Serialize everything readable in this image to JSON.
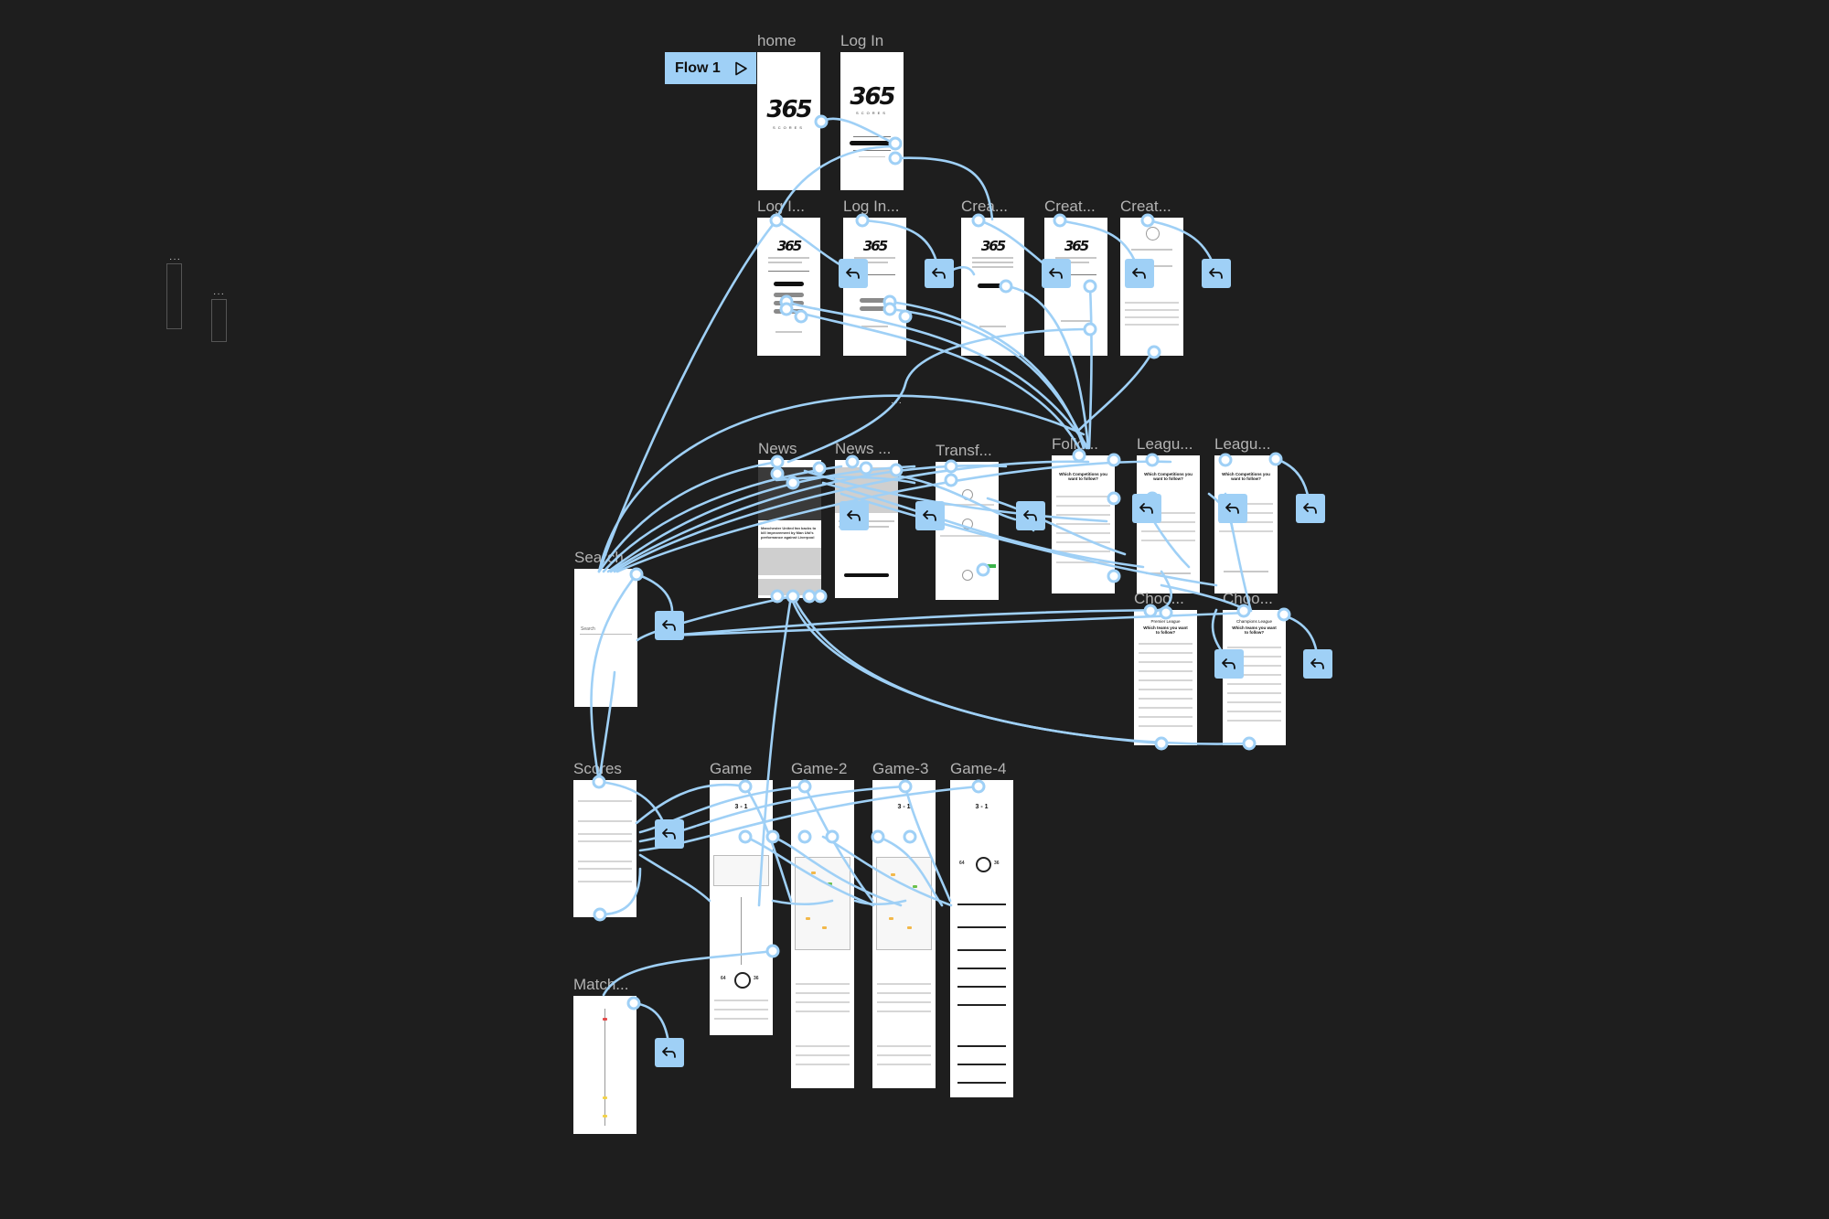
{
  "flow": {
    "label": "Flow 1"
  },
  "frames": {
    "home": "home",
    "login": "Log In",
    "log_a": "Log I...",
    "log_b": "Log In...",
    "crea_a": "Crea...",
    "creat_b": "Creat...",
    "creat_c": "Creat...",
    "news_a": "News",
    "news_b": "News ...",
    "transf": "Transf...",
    "follo": "Follo...",
    "league_a": "Leagu...",
    "league_b": "Leagu...",
    "search": "Search",
    "choo_a": "Choo...",
    "choo_b": "Choo...",
    "scores": "Scores",
    "game": "Game",
    "game2": "Game-2",
    "game3": "Game-3",
    "game4": "Game-4",
    "match": "Match..."
  },
  "screen_text": {
    "logo": "365",
    "logo_sub": "SCORES",
    "search_placeholder": "Search",
    "follow_question": "Which Competitions you want to follow?",
    "teams_question": "Which teams you want to follow?",
    "premier_league": "Premier League",
    "champions_league": "Champions League",
    "score_a": "3 - 1",
    "score_b": "3 - 1",
    "pct_a": "64",
    "pct_b": "36",
    "news_headline": "Manchester United fan backs to kill improvement by Man Utd's performance against Liverpool"
  },
  "icons": {
    "play": "play-icon",
    "back": "back-arrow-icon",
    "more": "more-dots-icon"
  },
  "colors": {
    "canvas": "#1e1e1e",
    "wire": "#9fd0f6",
    "frame": "#ffffff",
    "label": "#b3b3b3"
  }
}
